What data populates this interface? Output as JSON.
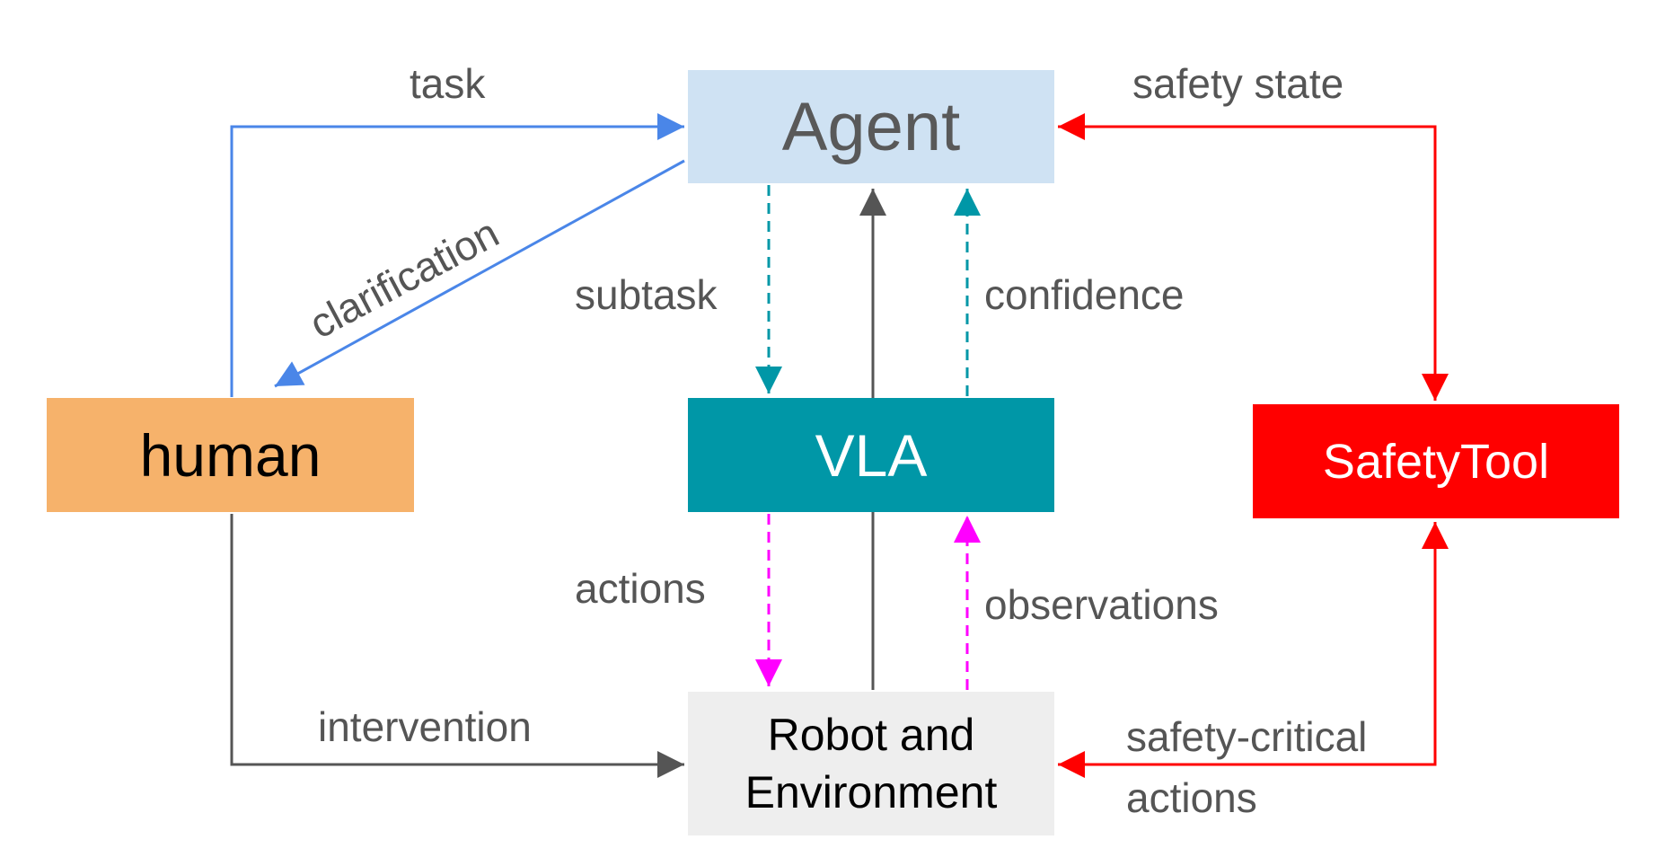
{
  "colors": {
    "agent_fill": "#cfe2f3",
    "vla_fill": "#0097a7",
    "human_fill": "#f6b26b",
    "safety_fill": "#ff0000",
    "robot_fill": "#eeeeee",
    "blue_arrow": "#4a86e8",
    "teal_arrow": "#0097a7",
    "magenta_arrow": "#ff00ff",
    "gray_arrow": "#555555",
    "red_arrow": "#ff0000",
    "label_text": "#555555"
  },
  "nodes": {
    "agent": {
      "label": "Agent",
      "text_color": "#595959"
    },
    "vla": {
      "label": "VLA",
      "text_color": "#ffffff"
    },
    "human": {
      "label": "human",
      "text_color": "#000000"
    },
    "safety_tool": {
      "label": "SafetyTool",
      "text_color": "#ffffff"
    },
    "robot": {
      "label": "Robot and\nEnvironment",
      "text_color": "#000000"
    }
  },
  "edges": {
    "task": {
      "label": "task",
      "from": "human",
      "to": "agent",
      "style": "solid",
      "color": "#4a86e8"
    },
    "clarification": {
      "label": "clarification",
      "from": "agent",
      "to": "human",
      "style": "solid",
      "color": "#4a86e8"
    },
    "subtask": {
      "label": "subtask",
      "from": "agent",
      "to": "vla",
      "style": "dashed",
      "color": "#0097a7"
    },
    "confidence": {
      "label": "confidence",
      "from": "vla",
      "to": "agent",
      "style": "dashed",
      "color": "#0097a7"
    },
    "actions": {
      "label": "actions",
      "from": "vla",
      "to": "robot",
      "style": "dashed",
      "color": "#ff00ff"
    },
    "observations": {
      "label": "observations",
      "from": "robot",
      "to": "vla",
      "style": "dashed",
      "color": "#ff00ff"
    },
    "intervention": {
      "label": "intervention",
      "from": "human",
      "to": "robot",
      "style": "solid",
      "color": "#555555"
    },
    "safety_state": {
      "label": "safety state",
      "from": "agent",
      "to": "safety_tool",
      "style": "solid",
      "bidirectional": true,
      "color": "#ff0000"
    },
    "safety_critical": {
      "label_line1": "safety-critical",
      "label_line2": "actions",
      "from": "safety_tool",
      "to": "robot",
      "style": "solid",
      "bidirectional": true,
      "color": "#ff0000"
    },
    "robot_to_agent": {
      "from": "robot",
      "to": "agent",
      "style": "solid",
      "color": "#555555"
    }
  }
}
